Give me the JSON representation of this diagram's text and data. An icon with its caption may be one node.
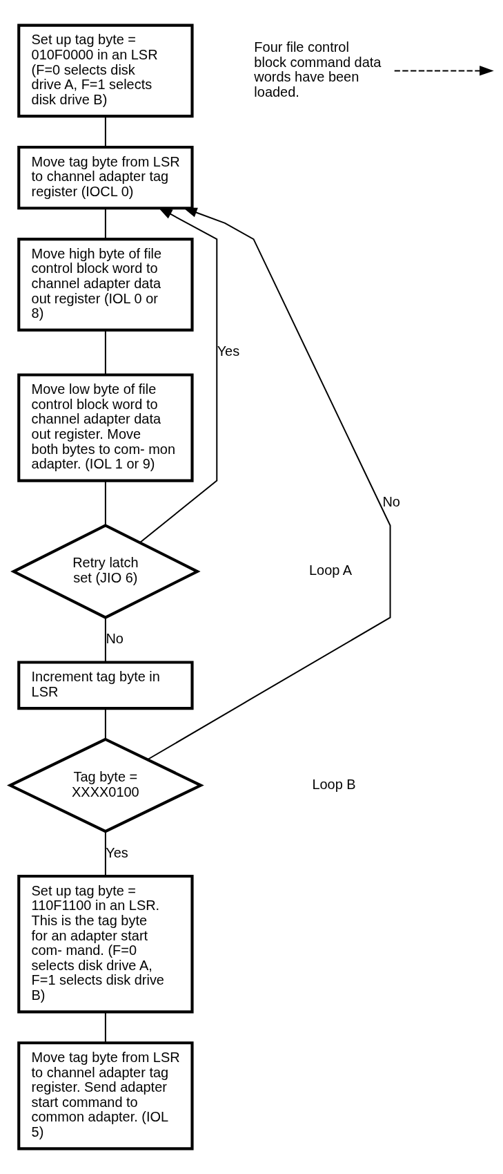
{
  "diagram": {
    "nodes": [
      {
        "text": [
          "Set up tag byte = 010F0000 in an LSR (F=0 selects disk drive A, F=1 selects disk drive B)"
        ]
      },
      {
        "text": [
          "Move tag byte from LSR to channel adapter tag register (IOCL 0)"
        ]
      },
      {
        "text": [
          "Move high byte of file control block word to channel adapter data out register (IOL 0 or 8)"
        ]
      },
      {
        "text": [
          "Move low byte of file control block word to channel adapter data out register. Move both bytes to com- mon adapter. (IOL 1 or 9)"
        ]
      },
      {
        "text": [
          "Retry latch set (JIO 6)"
        ]
      },
      {
        "text": [
          "Increment tag byte in LSR"
        ]
      },
      {
        "text": [
          "Tag byte = XXXX0100"
        ]
      },
      {
        "text": [
          "Set up tag byte = 110F1100 in an LSR. This is the tag byte for an adapter start com- mand. (F=0 selects disk drive A, F=1 selects disk drive B)"
        ]
      },
      {
        "text": [
          "Move tag byte from LSR to channel adapter tag register. Send adapter start command to common adapter. (IOL 5)"
        ]
      },
      {
        "text": [
          "Four file control block command data words have been loaded."
        ]
      }
    ],
    "edges": [
      {
        "from": 0,
        "to": 1,
        "arrow": "none"
      },
      {
        "from": 1,
        "to": 2,
        "arrow": "none"
      },
      {
        "from": 2,
        "to": 3,
        "arrow": "none"
      },
      {
        "from": 3,
        "to": 4,
        "arrow": "none"
      },
      {
        "from": 4,
        "to": 1,
        "arrow": "to",
        "label": "Yes"
      },
      {
        "from": 4,
        "to": 5,
        "arrow": "none",
        "label": "No"
      },
      {
        "from": 5,
        "to": 6,
        "arrow": "none"
      },
      {
        "from": 6,
        "to": 1,
        "arrow": "to",
        "label": "No"
      },
      {
        "from": 6,
        "to": 7,
        "arrow": "none",
        "label": "Yes"
      },
      {
        "from": 7,
        "to": 8,
        "arrow": "none"
      },
      {
        "from": 9,
        "to": null,
        "arrow": "to",
        "style": "dashed"
      }
    ],
    "labels": [
      "Loop A",
      "Loop B"
    ]
  }
}
